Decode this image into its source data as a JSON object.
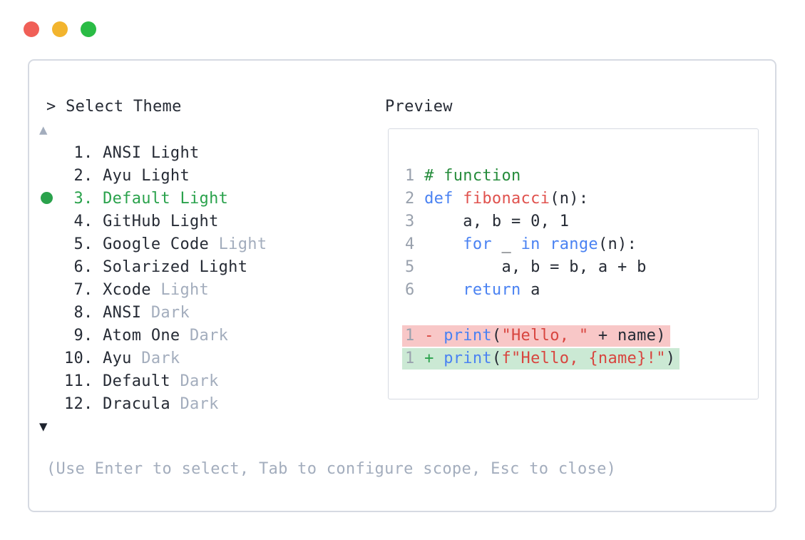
{
  "colors": {
    "border": "#d6dae2",
    "text": "#262b35",
    "muted": "#a3adbd",
    "green_select": "#2aa24c",
    "comment": "#268c3c",
    "keyword": "#4a82f2",
    "func_red": "#e0524e",
    "string_red": "#d8453f",
    "linenum": "#99a1ad",
    "removed_bg": "#f8c7c7",
    "added_bg": "#cbe9d4",
    "arrow_down": "#1d222d"
  },
  "window": {
    "traffic_lights": [
      {
        "name": "close",
        "color": "#f05f57"
      },
      {
        "name": "minimize",
        "color": "#f2b42e"
      },
      {
        "name": "zoom",
        "color": "#2abc45"
      }
    ]
  },
  "dialog": {
    "prompt": "> Select Theme",
    "scroll_up_glyph": "▲",
    "scroll_down_glyph": "▼",
    "footer_hint": "(Use Enter to select, Tab to configure scope, Esc to close)"
  },
  "theme_list": {
    "selected_number": "3",
    "items": [
      {
        "number": "1",
        "name": "ANSI Light",
        "variant": "",
        "selected": false
      },
      {
        "number": "2",
        "name": "Ayu Light",
        "variant": "",
        "selected": false
      },
      {
        "number": "3",
        "name": "Default Light",
        "variant": "",
        "selected": true
      },
      {
        "number": "4",
        "name": "GitHub Light",
        "variant": "",
        "selected": false
      },
      {
        "number": "5",
        "name": "Google Code",
        "variant": "Light",
        "selected": false
      },
      {
        "number": "6",
        "name": "Solarized Light",
        "variant": "",
        "selected": false
      },
      {
        "number": "7",
        "name": "Xcode",
        "variant": "Light",
        "selected": false
      },
      {
        "number": "8",
        "name": "ANSI",
        "variant": "Dark",
        "selected": false
      },
      {
        "number": "9",
        "name": "Atom One",
        "variant": "Dark",
        "selected": false
      },
      {
        "number": "10",
        "name": "Ayu",
        "variant": "Dark",
        "selected": false
      },
      {
        "number": "11",
        "name": "Default",
        "variant": "Dark",
        "selected": false
      },
      {
        "number": "12",
        "name": "Dracula",
        "variant": "Dark",
        "selected": false
      }
    ]
  },
  "preview": {
    "label": "Preview",
    "code_lines": [
      {
        "tokens": [
          [
            "ln",
            "1"
          ],
          [
            "pl",
            " "
          ],
          [
            "com",
            "# function"
          ]
        ]
      },
      {
        "tokens": [
          [
            "ln",
            "2"
          ],
          [
            "pl",
            " "
          ],
          [
            "kw",
            "def"
          ],
          [
            "pl",
            " "
          ],
          [
            "fn",
            "fibonacci"
          ],
          [
            "pl",
            "(n):"
          ]
        ]
      },
      {
        "tokens": [
          [
            "ln",
            "3"
          ],
          [
            "pl",
            "     a, b = 0, 1"
          ]
        ]
      },
      {
        "tokens": [
          [
            "ln",
            "4"
          ],
          [
            "pl",
            "     "
          ],
          [
            "kw",
            "for"
          ],
          [
            "pl",
            " _ "
          ],
          [
            "kw",
            "in"
          ],
          [
            "pl",
            " "
          ],
          [
            "kw",
            "range"
          ],
          [
            "pl",
            "(n):"
          ]
        ]
      },
      {
        "tokens": [
          [
            "ln",
            "5"
          ],
          [
            "pl",
            "         a, b = b, a + b"
          ]
        ]
      },
      {
        "tokens": [
          [
            "ln",
            "6"
          ],
          [
            "pl",
            "     "
          ],
          [
            "kw",
            "return"
          ],
          [
            "pl",
            " a"
          ]
        ]
      },
      {
        "tokens": []
      },
      {
        "diff": "removed",
        "tokens": [
          [
            "ln",
            "1"
          ],
          [
            "pl",
            " "
          ],
          [
            "minus",
            "-"
          ],
          [
            "pl",
            " "
          ],
          [
            "kw",
            "print"
          ],
          [
            "pl",
            "("
          ],
          [
            "str",
            "\"Hello, \""
          ],
          [
            "pl",
            " + name)"
          ]
        ]
      },
      {
        "diff": "added",
        "tokens": [
          [
            "ln",
            "1"
          ],
          [
            "pl",
            " "
          ],
          [
            "plus",
            "+"
          ],
          [
            "pl",
            " "
          ],
          [
            "kw",
            "print"
          ],
          [
            "pl",
            "("
          ],
          [
            "str",
            "f\"Hello, {name}!\""
          ],
          [
            "pl",
            ")"
          ]
        ]
      }
    ]
  }
}
